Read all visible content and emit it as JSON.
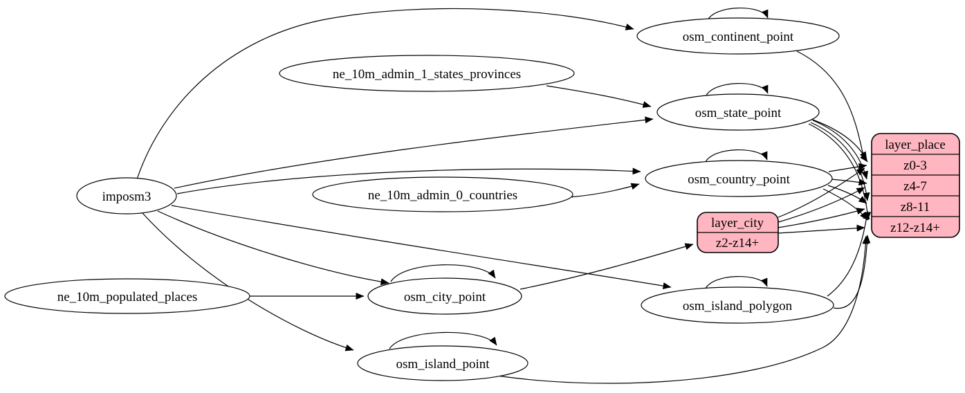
{
  "diagram": {
    "kind": "etl-graph",
    "background_color": "#ffffff",
    "edge_color": "#000000",
    "ellipse_fill": "#ffffff",
    "record_fill": "#ffb6c1",
    "nodes": {
      "imposm3": {
        "label": "imposm3",
        "shape": "ellipse"
      },
      "ne_10m_admin_1_states_provinces": {
        "label": "ne_10m_admin_1_states_provinces",
        "shape": "ellipse"
      },
      "ne_10m_admin_0_countries": {
        "label": "ne_10m_admin_0_countries",
        "shape": "ellipse"
      },
      "ne_10m_populated_places": {
        "label": "ne_10m_populated_places",
        "shape": "ellipse"
      },
      "osm_continent_point": {
        "label": "osm_continent_point",
        "shape": "ellipse"
      },
      "osm_state_point": {
        "label": "osm_state_point",
        "shape": "ellipse"
      },
      "osm_country_point": {
        "label": "osm_country_point",
        "shape": "ellipse"
      },
      "osm_city_point": {
        "label": "osm_city_point",
        "shape": "ellipse"
      },
      "osm_island_polygon": {
        "label": "osm_island_polygon",
        "shape": "ellipse"
      },
      "osm_island_point": {
        "label": "osm_island_point",
        "shape": "ellipse"
      },
      "layer_city": {
        "label": "layer_city",
        "shape": "record",
        "rows": [
          "z2-z14+"
        ]
      },
      "layer_place": {
        "label": "layer_place",
        "shape": "record",
        "rows": [
          "z0-3",
          "z4-7",
          "z8-11",
          "z12-z14+"
        ]
      }
    },
    "edges": [
      {
        "from": "imposm3",
        "to": "osm_continent_point"
      },
      {
        "from": "imposm3",
        "to": "osm_state_point"
      },
      {
        "from": "imposm3",
        "to": "osm_country_point"
      },
      {
        "from": "imposm3",
        "to": "osm_city_point"
      },
      {
        "from": "imposm3",
        "to": "osm_island_polygon"
      },
      {
        "from": "imposm3",
        "to": "osm_island_point"
      },
      {
        "from": "ne_10m_admin_1_states_provinces",
        "to": "osm_state_point"
      },
      {
        "from": "ne_10m_admin_0_countries",
        "to": "osm_country_point"
      },
      {
        "from": "ne_10m_populated_places",
        "to": "osm_city_point"
      },
      {
        "from": "osm_continent_point",
        "to": "osm_continent_point"
      },
      {
        "from": "osm_state_point",
        "to": "osm_state_point"
      },
      {
        "from": "osm_country_point",
        "to": "osm_country_point"
      },
      {
        "from": "osm_city_point",
        "to": "osm_city_point"
      },
      {
        "from": "osm_island_polygon",
        "to": "osm_island_polygon"
      },
      {
        "from": "osm_island_point",
        "to": "osm_island_point"
      },
      {
        "from": "osm_city_point",
        "to": "layer_city:z2-z14+"
      },
      {
        "from": "osm_continent_point",
        "to": "layer_place:z0-3"
      },
      {
        "from": "osm_state_point",
        "to": "layer_place:z0-3"
      },
      {
        "from": "osm_state_point",
        "to": "layer_place:z4-7"
      },
      {
        "from": "osm_state_point",
        "to": "layer_place:z8-11"
      },
      {
        "from": "osm_state_point",
        "to": "layer_place:z12-z14+"
      },
      {
        "from": "osm_country_point",
        "to": "layer_place:z0-3"
      },
      {
        "from": "osm_country_point",
        "to": "layer_place:z4-7"
      },
      {
        "from": "osm_country_point",
        "to": "layer_place:z8-11"
      },
      {
        "from": "osm_country_point",
        "to": "layer_place:z12-z14+"
      },
      {
        "from": "osm_island_polygon",
        "to": "layer_place:z8-11"
      },
      {
        "from": "osm_island_polygon",
        "to": "layer_place:z12-z14+"
      },
      {
        "from": "osm_island_point",
        "to": "layer_place:z12-z14+"
      },
      {
        "from": "layer_city:z2-z14+",
        "to": "layer_place:z0-3"
      },
      {
        "from": "layer_city:z2-z14+",
        "to": "layer_place:z4-7"
      },
      {
        "from": "layer_city:z2-z14+",
        "to": "layer_place:z8-11"
      },
      {
        "from": "layer_city:z2-z14+",
        "to": "layer_place:z12-z14+"
      }
    ]
  }
}
